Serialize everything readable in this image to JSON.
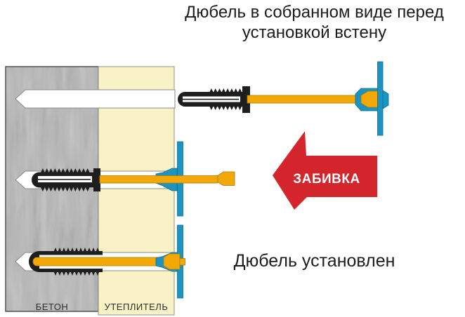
{
  "title": {
    "line1": "Дюбель в собранном виде перед",
    "line2": "установкой встену"
  },
  "labels": {
    "drive_in": "ЗАБИВКА",
    "installed": "Дюбель установлен",
    "concrete": "БЕТОН",
    "insulation": "УТЕПЛИТЕЛЬ"
  },
  "colors": {
    "background": "#ffffff",
    "concrete-gray": "#b8b8b8",
    "insulation-yellow": "#f8f2c6",
    "insulation-outline": "#98927b",
    "wall-outline": "#4a4a4a",
    "hole-white": "#ffffff",
    "hole-outline": "#8a8a8a",
    "sleeve-black": "#1e1e1e",
    "pin-orange": "#f2a908",
    "pin-outline": "#b07c00",
    "washer-blue": "#1d94bf",
    "washer-outline": "#0f6e93",
    "arrow-red": "#d5252c",
    "text-dark": "#1c1c1c"
  }
}
